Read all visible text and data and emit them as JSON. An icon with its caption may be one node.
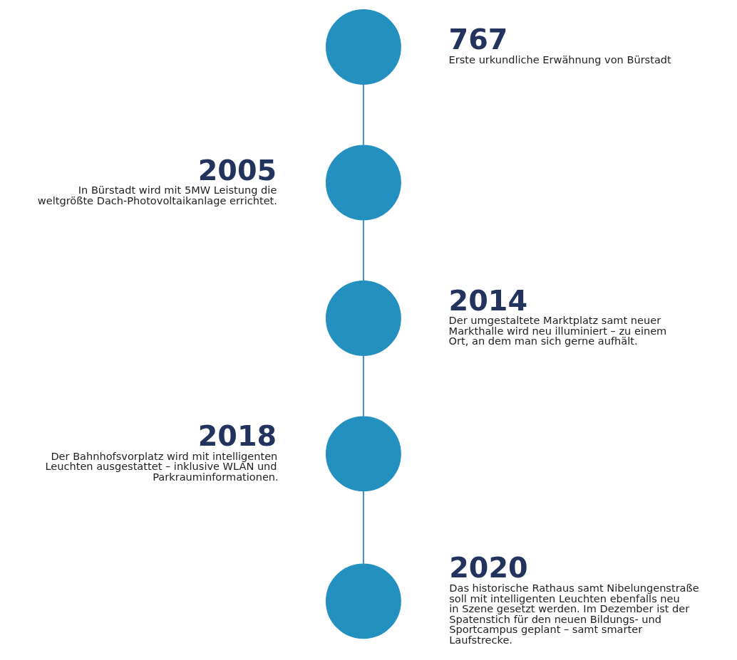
{
  "diagram": {
    "nodes": [
      {
        "text": [],
        "shape": "circle",
        "beside": [
          "767",
          "Erste urkundliche Erwähnung von Bürstadt"
        ]
      },
      {
        "text": [],
        "shape": "circle",
        "beside": [
          "2005",
          "In Bürstadt wird mit 5MW Leistung die weltgrößte Dach-Photovoltaikanlage errichtet."
        ]
      },
      {
        "text": [],
        "shape": "circle",
        "beside": [
          "2014",
          "Der umgestaltete Marktplatz samt neuer Markthalle wird neu illuminiert – zu einem Ort, an dem man sich gerne aufhält."
        ]
      },
      {
        "text": [],
        "shape": "circle",
        "beside": [
          "2018",
          "Der Bahnhofsvorplatz wird mit intelligenten Leuchten ausgestattet – inklusive WLAN und Parkrauminformationen."
        ]
      },
      {
        "text": [],
        "shape": "circle",
        "beside": [
          "2020",
          "Das historische Rathaus samt Nibelungenstraße soll mit intelligenten Leuchten ebenfalls neu in Szene gesetzt werden. Im Dezember ist der Spatenstich für den neuen Bildungs- und Sportcampus geplant – samt smarter Laufstrecke."
        ]
      }
    ],
    "edges": [
      {
        "from": 0,
        "to": 1,
        "arrow": "none"
      },
      {
        "from": 1,
        "to": 2,
        "arrow": "none"
      },
      {
        "from": 2,
        "to": 3,
        "arrow": "none"
      },
      {
        "from": 3,
        "to": 4,
        "arrow": "none"
      }
    ]
  }
}
